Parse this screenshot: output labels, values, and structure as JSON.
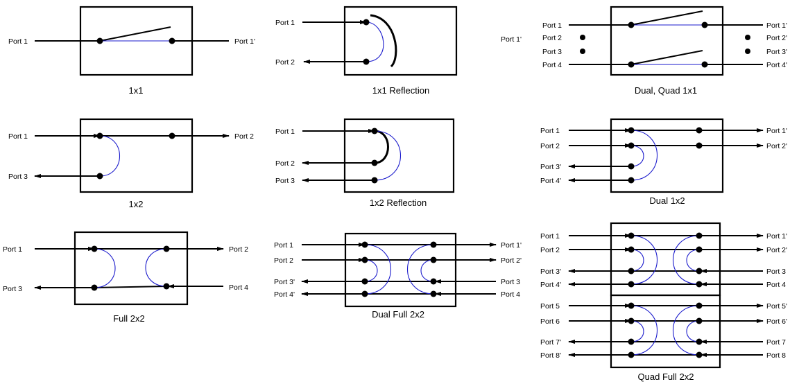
{
  "colors": {
    "line": "#000000",
    "connection": "#1a1acc",
    "background": "#ffffff"
  },
  "captions": {
    "c1x1": "1x1",
    "c1x1r": "1x1 Reflection",
    "cdq": "Dual, Quad 1x1",
    "c1x2": "1x2",
    "c1x2r": "1x2 Reflection",
    "cd1x2": "Dual 1x2",
    "cf2x2": "Full 2x2",
    "cdf2x2": "Dual Full 2x2",
    "cqf2x2": "Quad Full 2x2"
  },
  "ports": {
    "p1": "Port 1",
    "p1p": "Port 1'",
    "p2": "Port 2",
    "p2p": "Port 2'",
    "p3": "Port 3",
    "p3p": "Port 3'",
    "p4": "Port 4",
    "p4p": "Port 4'",
    "p5": "Port 5",
    "p5p": "Port 5'",
    "p6": "Port 6",
    "p6p": "Port 6'",
    "p7": "Port 7",
    "p7p": "Port 7'",
    "p8": "Port 8",
    "p8p": "Port 8'"
  }
}
